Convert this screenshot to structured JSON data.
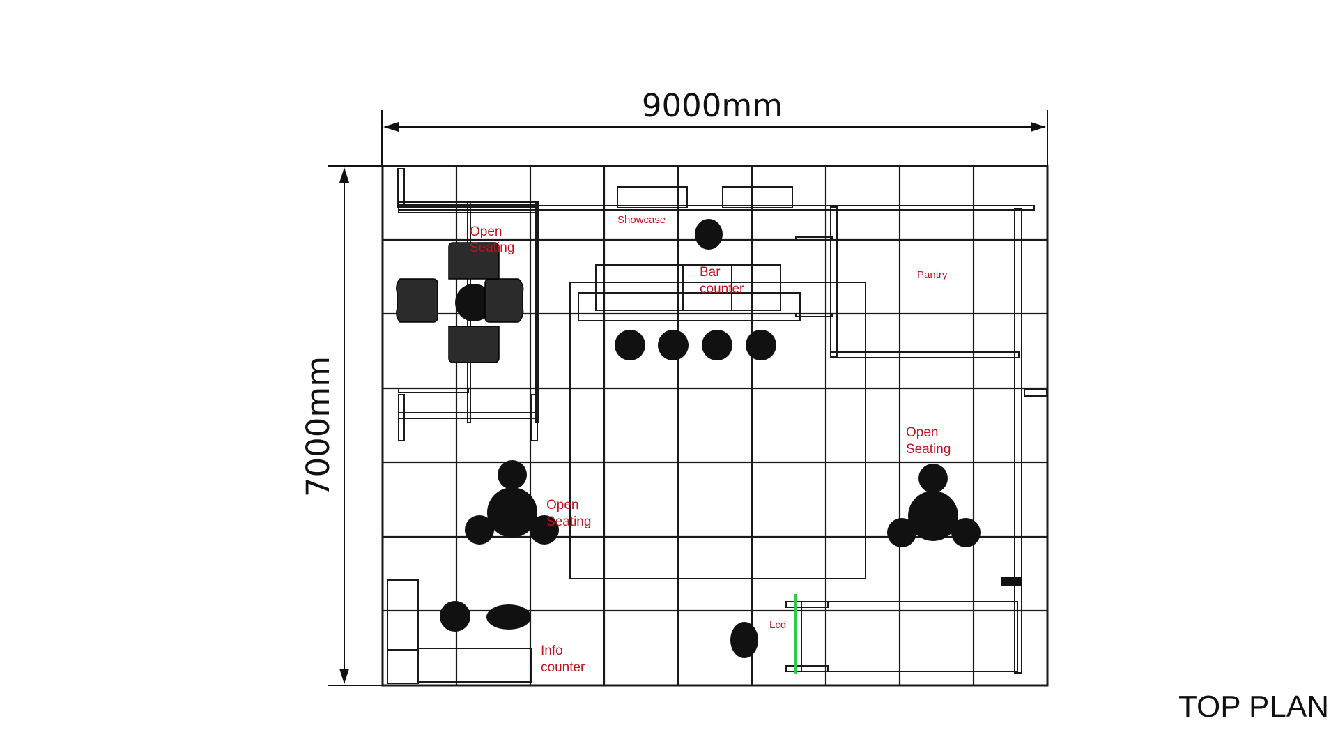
{
  "drawing": {
    "title": "TOP PLAN",
    "width_dimension": "9000mm",
    "depth_dimension": "7000mm"
  },
  "zones": {
    "open_seating_top_left": [
      "Open",
      "Seating"
    ],
    "showcase": "Showcase",
    "bar_counter": [
      "Bar",
      "counter"
    ],
    "pantry": "Pantry",
    "open_seating_right": [
      "Open",
      "Seating"
    ],
    "open_seating_center_left": [
      "Open",
      "Seating"
    ],
    "info_counter": [
      "Info",
      "counter"
    ],
    "lcd": "Lcd"
  },
  "colors": {
    "label_red": "#c0141b",
    "lcd_green": "#2ecc40",
    "line": "#1a1a1a"
  }
}
